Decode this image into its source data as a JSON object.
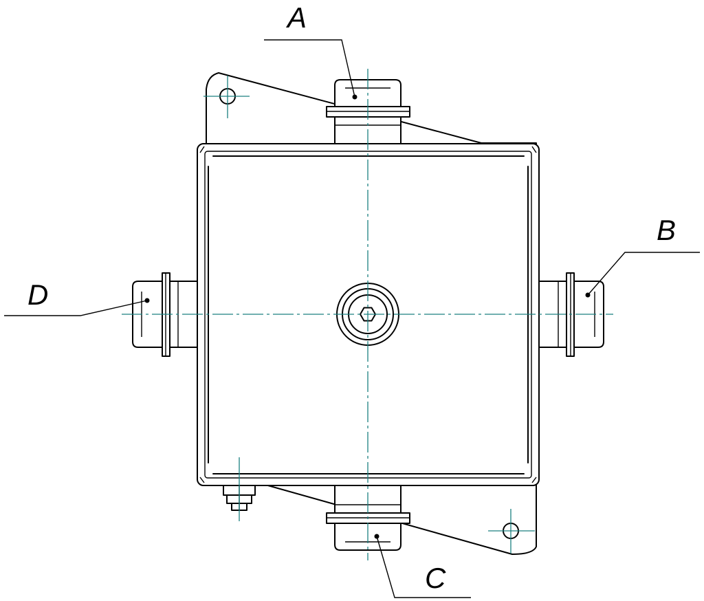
{
  "labels": {
    "a": "A",
    "b": "B",
    "c": "C",
    "d": "D"
  },
  "colors": {
    "line": "#000000",
    "axis": "#1a7f7f",
    "background": "#ffffff"
  }
}
